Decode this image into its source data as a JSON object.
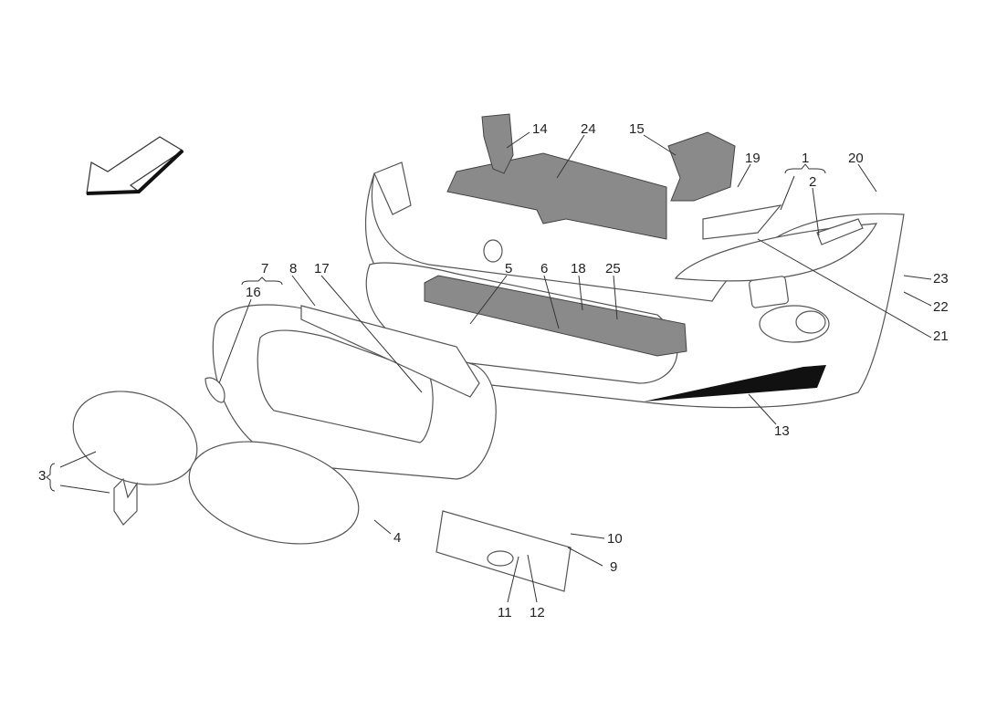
{
  "diagram": {
    "title": "Front bumper assembly - exploded parts view",
    "labels": {
      "p1": "1",
      "p2": "2",
      "p3": "3",
      "p4": "4",
      "p5": "5",
      "p6": "6",
      "p7": "7",
      "p8": "8",
      "p9": "9",
      "p10": "10",
      "p11": "11",
      "p12": "12",
      "p13": "13",
      "p14": "14",
      "p15": "15",
      "p16": "16",
      "p17": "17",
      "p18": "18",
      "p19": "19",
      "p20": "20",
      "p21": "21",
      "p22": "22",
      "p23": "23",
      "p24": "24",
      "p25": "25"
    },
    "colors": {
      "part_fill": "#ffffff",
      "insulation": "#8a8a8a",
      "line": "#333333"
    }
  }
}
